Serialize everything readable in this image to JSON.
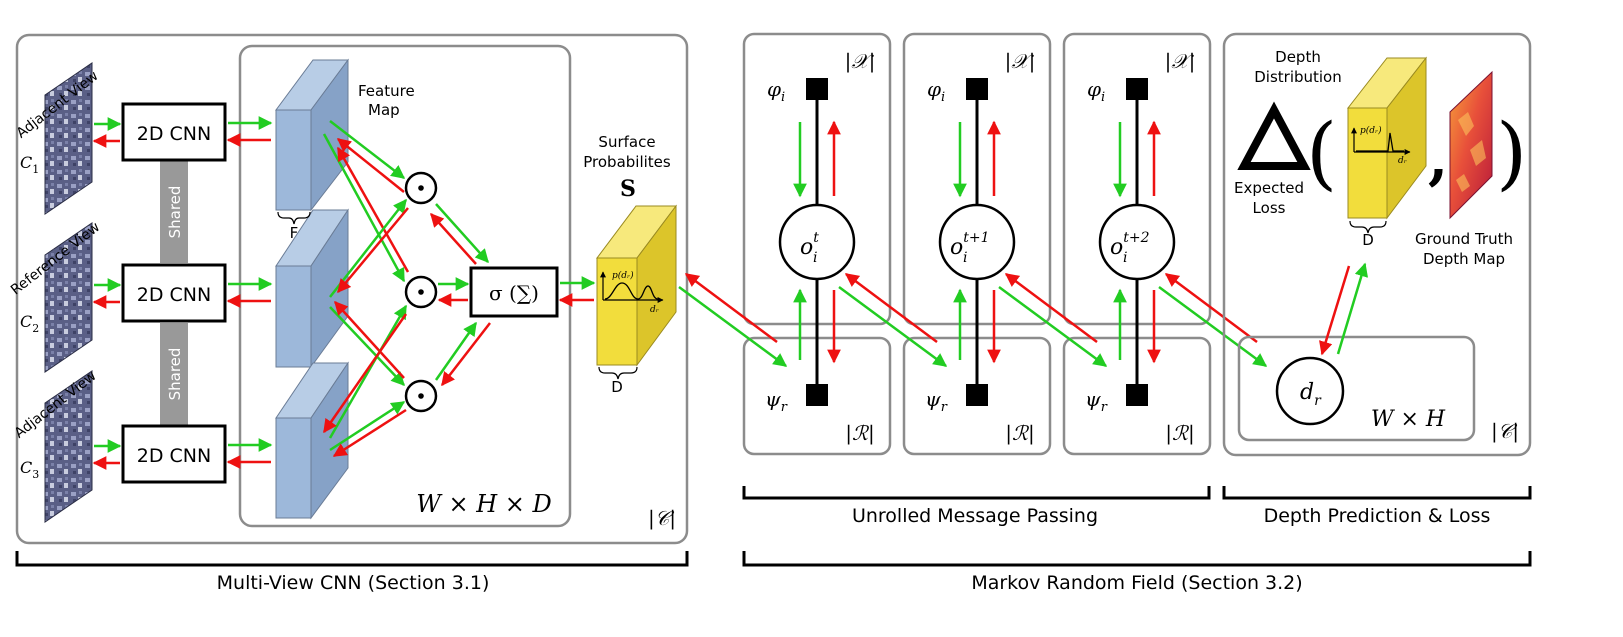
{
  "colors": {
    "forward_arrow": "#22cc22",
    "backward_arrow": "#ee1111",
    "feature_map": "#9db8da",
    "surface_volume": "#f2dd3c",
    "panel_border": "#8c8c8c",
    "shared_bar": "#999999"
  },
  "cnn": {
    "views": [
      {
        "label": "Adjacent View",
        "camera": "C",
        "sub": "1"
      },
      {
        "label": "Reference View",
        "camera": "C",
        "sub": "2"
      },
      {
        "label": "Adjacent View",
        "camera": "C",
        "sub": "3"
      }
    ],
    "cnn_label": "2D CNN",
    "shared_label": "Shared",
    "feature_map_label_1": "Feature",
    "feature_map_label_2": "Map",
    "feature_dim": "F",
    "dot_symbol": "⊙",
    "sigma_label": "σ (∑)",
    "volume_dim": "W × H × D",
    "panel_dim": "|𝒞|"
  },
  "surface": {
    "label_1": "Surface",
    "label_2": "Probabilites",
    "symbol": "S",
    "dim": "D",
    "py_label": "p(dᵣ)",
    "px_label": "dᵣ"
  },
  "mrf": {
    "columns": [
      {
        "x_dim": "|𝒳|",
        "phi": "φ",
        "phi_sub": "i",
        "node_base": "o",
        "node_sub": "i",
        "node_sup": "t",
        "psi": "ψ",
        "psi_sub": "r",
        "r_dim": "|ℛ|"
      },
      {
        "x_dim": "|𝒳|",
        "phi": "φ",
        "phi_sub": "i",
        "node_base": "o",
        "node_sub": "i",
        "node_sup": "t+1",
        "psi": "ψ",
        "psi_sub": "r",
        "r_dim": "|ℛ|"
      },
      {
        "x_dim": "|𝒳|",
        "phi": "φ",
        "phi_sub": "i",
        "node_base": "o",
        "node_sub": "i",
        "node_sup": "t+2",
        "psi": "ψ",
        "psi_sub": "r",
        "r_dim": "|ℛ|"
      }
    ]
  },
  "depth": {
    "distribution_label_1": "Depth",
    "distribution_label_2": "Distribution",
    "delta_symbol": "Δ",
    "expected_loss_1": "Expected",
    "expected_loss_2": "Loss",
    "paren_open": "(",
    "paren_close": ")",
    "comma": ",",
    "dim": "D",
    "py_label": "p(dᵣ)",
    "px_label": "dᵣ",
    "gt_label_1": "Ground Truth",
    "gt_label_2": "Depth Map",
    "node_base": "d",
    "node_sub": "r",
    "inner_dim": "W × H",
    "outer_dim": "|𝒞|"
  },
  "sections": {
    "unrolled": "Unrolled Message Passing",
    "depth_pred": "Depth Prediction & Loss",
    "multiview": "Multi-View CNN (Section 3.1)",
    "mrf": "Markov Random Field (Section 3.2)"
  }
}
